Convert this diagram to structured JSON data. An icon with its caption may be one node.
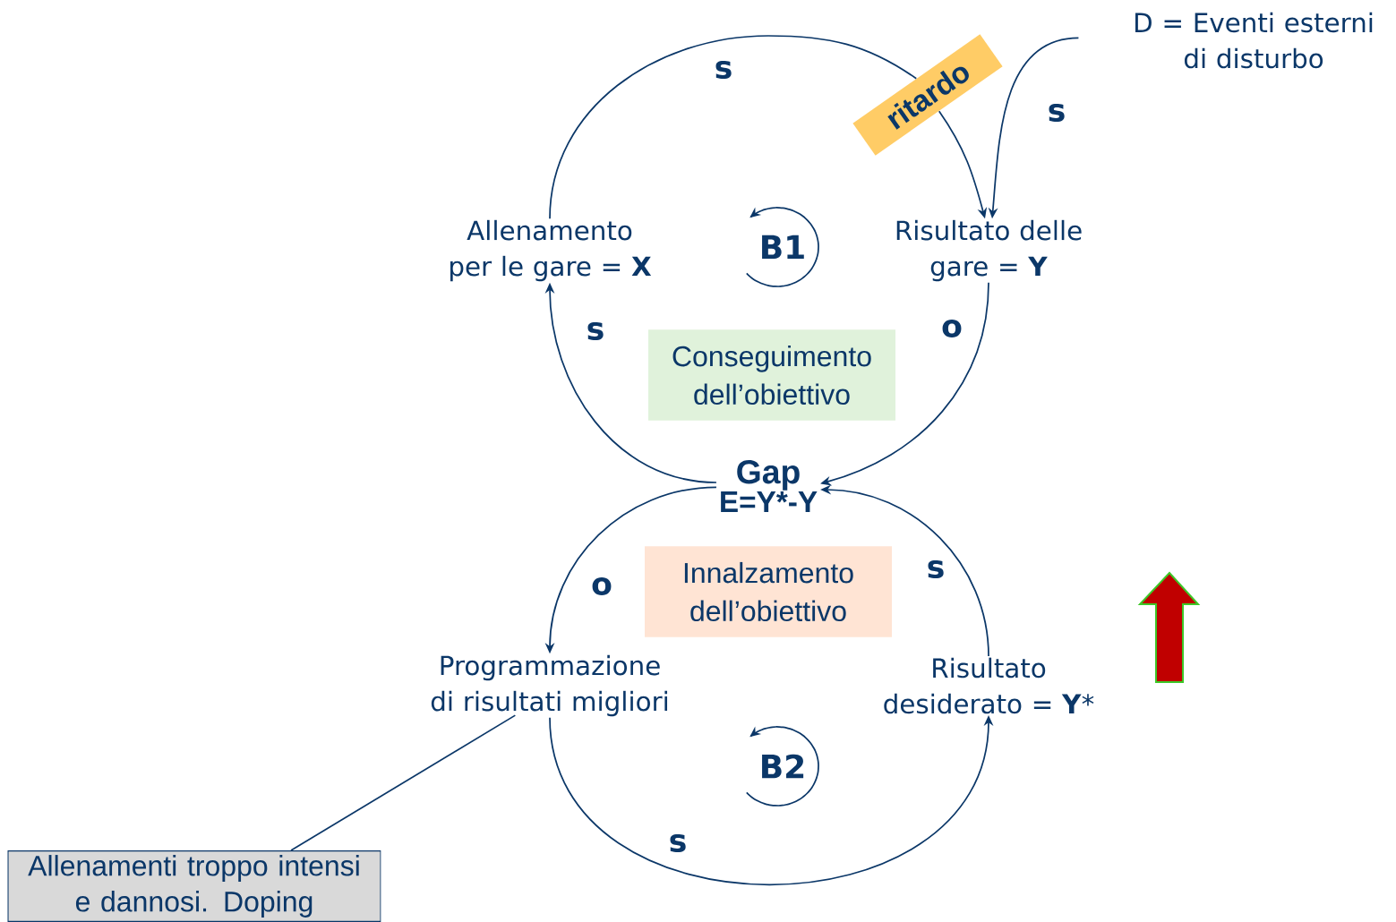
{
  "diagram": {
    "nodes": [
      {
        "text": [
          "Allenamento per le gare = **X**"
        ]
      },
      {
        "text": [
          "Risultato delle gare = **Y**"
        ]
      },
      {
        "text": [
          "D = Eventi esterni di disturbo"
        ]
      },
      {
        "text": [
          "Gap",
          "E=Y*-Y"
        ]
      },
      {
        "text": [
          "Programmazione di risultati migliori"
        ]
      },
      {
        "text": [
          "Risultato desiderato = **Y***"
        ]
      },
      {
        "text": [
          "Allenamenti troppo intensi e dannosi. Doping"
        ]
      },
      {
        "text": [
          "Conseguimento dell’obiettivo"
        ]
      },
      {
        "text": [
          "Innalzamento dell’obiettivo"
        ]
      },
      {
        "text": [
          "ritardo"
        ]
      }
    ],
    "edges": [
      {
        "from": 0,
        "to": 9,
        "arrow": "none",
        "label": "s"
      },
      {
        "from": 9,
        "to": 1,
        "arrow": "to"
      },
      {
        "from": 2,
        "to": 1,
        "arrow": "to",
        "label": "s"
      },
      {
        "from": 1,
        "to": 3,
        "arrow": "to",
        "label": "o"
      },
      {
        "from": 3,
        "to": 0,
        "arrow": "to",
        "label": "s"
      },
      {
        "from": 3,
        "to": 4,
        "arrow": "to",
        "label": "o"
      },
      {
        "from": 4,
        "to": 5,
        "arrow": "to",
        "label": "s"
      },
      {
        "from": 5,
        "to": 3,
        "arrow": "to",
        "label": "s"
      },
      {
        "from": 6,
        "to": 4,
        "arrow": "none"
      }
    ],
    "labels": [
      "B1",
      "B2"
    ]
  }
}
